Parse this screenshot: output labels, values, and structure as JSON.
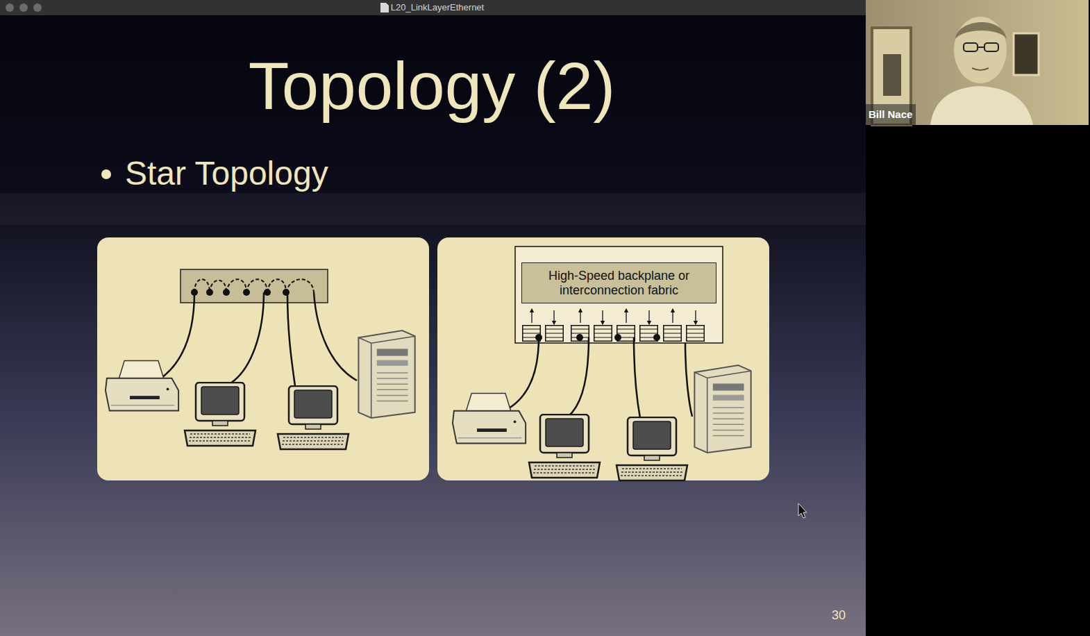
{
  "diagram": {
    "title": "Topology (2)",
    "nodes": [
      {
        "text": [
          "High-Speed backplane or interconnection fabric"
        ]
      }
    ],
    "labels": [
      "L20_LinkLayerEthernet",
      "Star Topology",
      "Bill Nace",
      "30"
    ]
  }
}
